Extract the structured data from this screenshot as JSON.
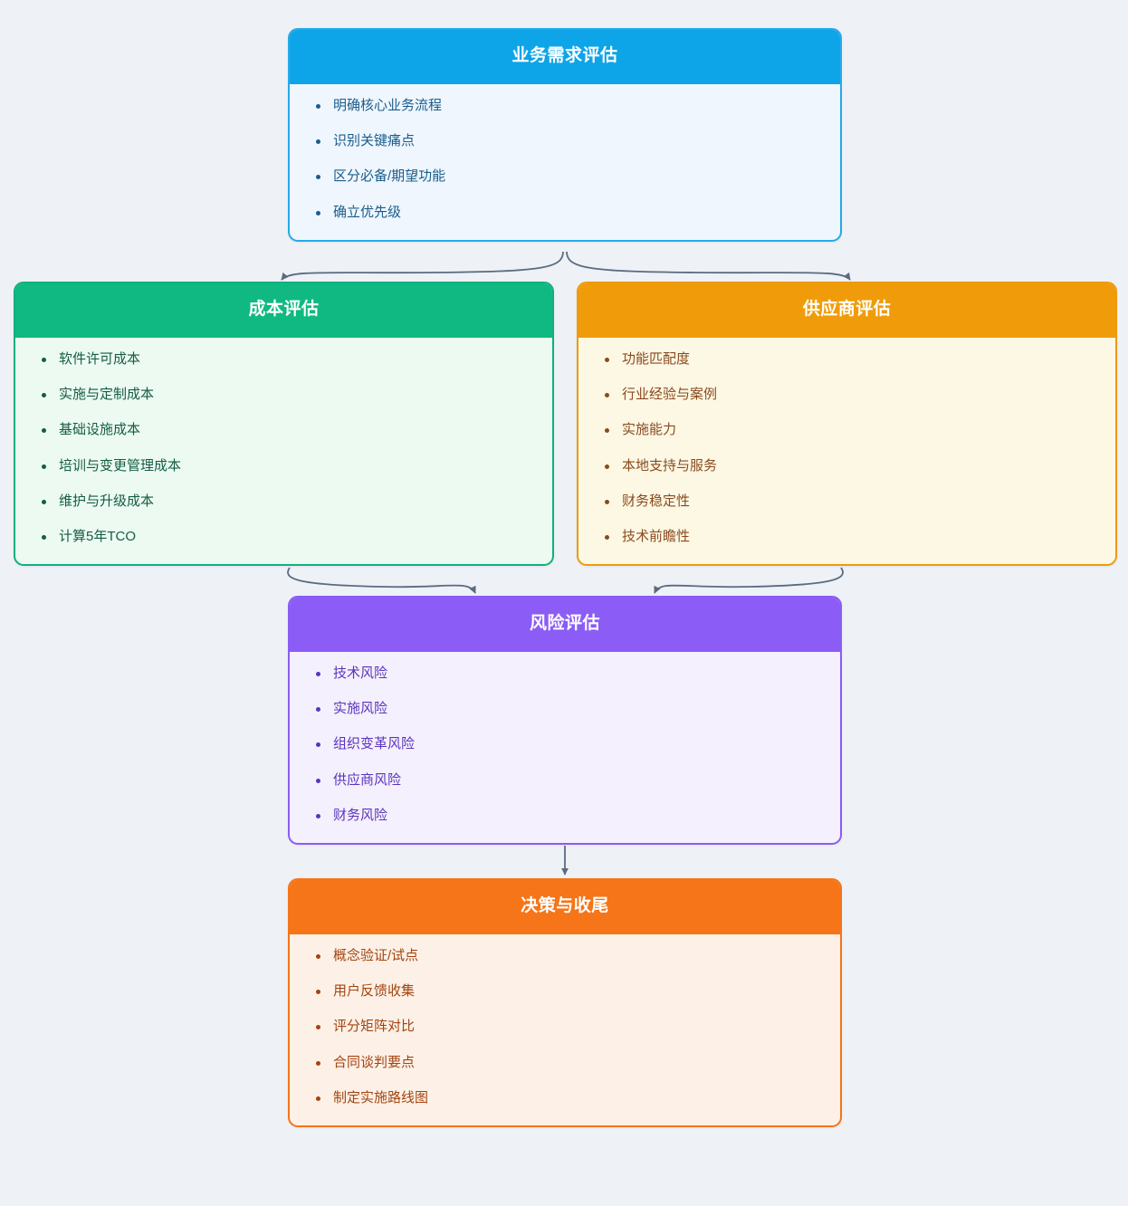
{
  "page": {
    "background_color": "#eef1f6",
    "diagram_type": "flowchart",
    "orientation": "top-to-bottom"
  },
  "connector": {
    "stroke_color": "#5a6b80",
    "arrowhead_color": "#5a6b80"
  },
  "nodes": [
    {
      "id": "business",
      "title": "业务需求评估",
      "header_color": "#0da5e8",
      "body_color": "#eff6fe",
      "text_color": "#1b5d8c",
      "items": [
        "明确核心业务流程",
        "识别关键痛点",
        "区分必备/期望功能",
        "确立优先级"
      ]
    },
    {
      "id": "cost",
      "title": "成本评估",
      "header_color": "#10b981",
      "body_color": "#ecfaf2",
      "text_color": "#155c44",
      "items": [
        "软件许可成本",
        "实施与定制成本",
        "基础设施成本",
        "培训与变更管理成本",
        "维护与升级成本",
        "计算5年TCO"
      ]
    },
    {
      "id": "vendor",
      "title": "供应商评估",
      "header_color": "#f09c0a",
      "body_color": "#fdf8e4",
      "text_color": "#8a4a1e",
      "items": [
        "功能匹配度",
        "行业经验与案例",
        "实施能力",
        "本地支持与服务",
        "财务稳定性",
        "技术前瞻性"
      ]
    },
    {
      "id": "risk",
      "title": "风险评估",
      "header_color": "#8b5cf6",
      "body_color": "#f4f0fe",
      "text_color": "#5b34bd",
      "items": [
        "技术风险",
        "实施风险",
        "组织变革风险",
        "供应商风险",
        "财务风险"
      ]
    },
    {
      "id": "decision",
      "title": "决策与收尾",
      "header_color": "#f57518",
      "body_color": "#fdf1e7",
      "text_color": "#a34410",
      "items": [
        "概念验证/试点",
        "用户反馈收集",
        "评分矩阵对比",
        "合同谈判要点",
        "制定实施路线图"
      ]
    }
  ],
  "edges": [
    {
      "from": "business",
      "to": "cost"
    },
    {
      "from": "business",
      "to": "vendor"
    },
    {
      "from": "cost",
      "to": "risk"
    },
    {
      "from": "vendor",
      "to": "risk"
    },
    {
      "from": "risk",
      "to": "decision"
    }
  ]
}
